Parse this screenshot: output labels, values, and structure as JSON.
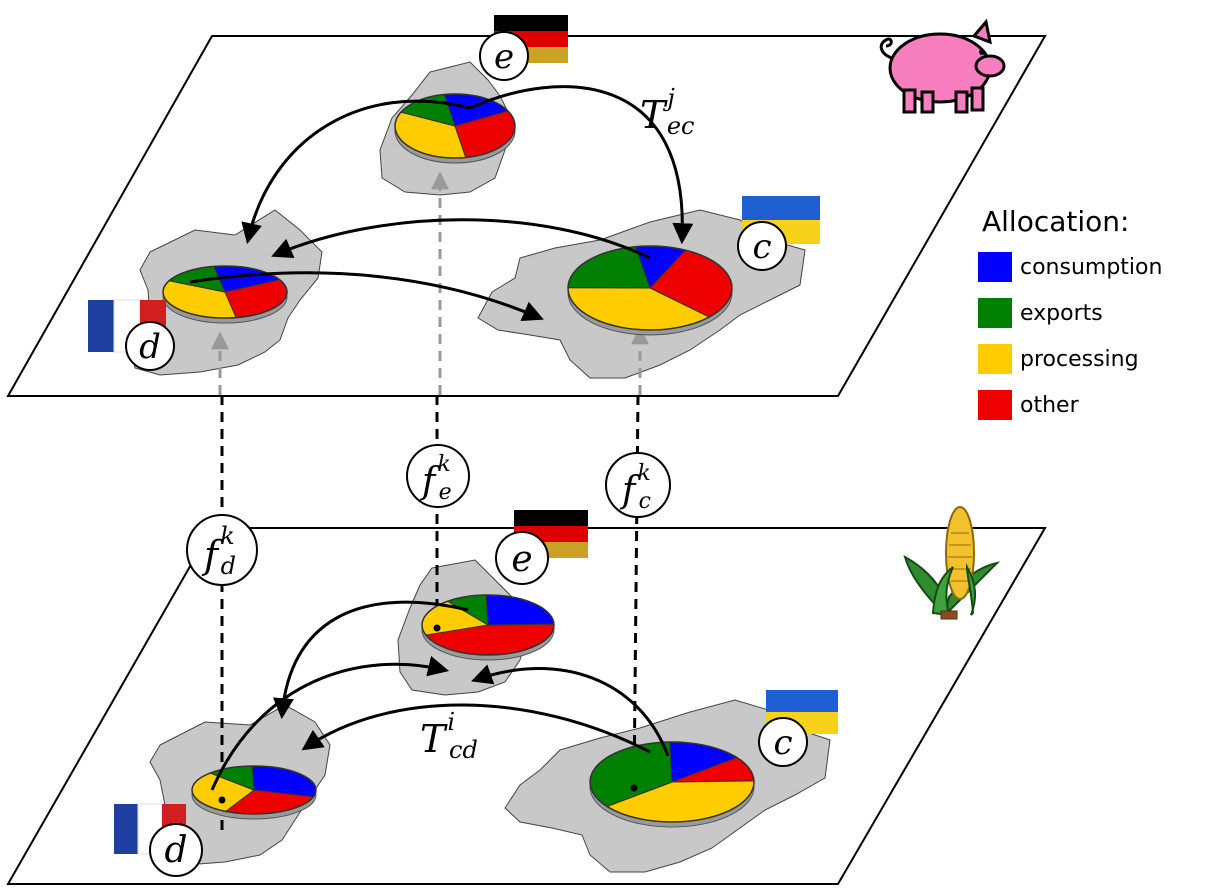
{
  "layers": [
    {
      "id": "top",
      "commodity_icon": "pig-icon",
      "nodes": [
        {
          "id": "e",
          "label": "e",
          "flag_colors": [
            "#000000",
            "#DD0000",
            "#C9A227"
          ],
          "allocation": {
            "consumption": 0.2,
            "exports": 0.15,
            "processing": 0.35,
            "other": 0.3
          }
        },
        {
          "id": "c",
          "label": "c",
          "flag_colors": [
            "#1F5FD1",
            "#F7D21B"
          ],
          "allocation": {
            "consumption": 0.1,
            "exports": 0.22,
            "processing": 0.38,
            "other": 0.3
          }
        },
        {
          "id": "d",
          "label": "d",
          "flag_colors": [
            "#1E3FA0",
            "#FFFFFF",
            "#D11F1F"
          ],
          "allocation": {
            "consumption": 0.2,
            "exports": 0.15,
            "processing": 0.35,
            "other": 0.3
          }
        }
      ],
      "flow_label": {
        "base": "T",
        "sup": "j",
        "sub": "ec"
      }
    },
    {
      "id": "bottom",
      "commodity_icon": "corn-icon",
      "nodes": [
        {
          "id": "e",
          "label": "e",
          "flag_colors": [
            "#000000",
            "#DD0000",
            "#C9A227"
          ],
          "allocation": {
            "consumption": 0.25,
            "exports": 0.1,
            "processing": 0.2,
            "other": 0.45
          }
        },
        {
          "id": "c",
          "label": "c",
          "flag_colors": [
            "#1F5FD1",
            "#F7D21B"
          ],
          "allocation": {
            "consumption": 0.15,
            "exports": 0.35,
            "processing": 0.4,
            "other": 0.1
          }
        },
        {
          "id": "d",
          "label": "d",
          "flag_colors": [
            "#1E3FA0",
            "#FFFFFF",
            "#D11F1F"
          ],
          "allocation": {
            "consumption": 0.3,
            "exports": 0.12,
            "processing": 0.3,
            "other": 0.28
          }
        }
      ],
      "flow_label": {
        "base": "T",
        "sup": "i",
        "sub": "cd"
      }
    }
  ],
  "conversion_labels": [
    {
      "id": "d",
      "base": "f",
      "sup": "k",
      "sub": "d"
    },
    {
      "id": "e",
      "base": "f",
      "sup": "k",
      "sub": "e"
    },
    {
      "id": "c",
      "base": "f",
      "sup": "k",
      "sub": "c"
    }
  ],
  "legend": {
    "title": "Allocation:",
    "items": [
      {
        "label": "consumption",
        "color": "#0000FF"
      },
      {
        "label": "exports",
        "color": "#008000"
      },
      {
        "label": "processing",
        "color": "#FFCC00"
      },
      {
        "label": "other",
        "color": "#EE0000"
      }
    ]
  },
  "colors": {
    "plane_stroke": "#000000",
    "country_fill": "#C8C8C8",
    "arrow": "#000000",
    "dashed_link": "#000000",
    "dashed_link_gray": "#999999",
    "pig": "#F77FC0",
    "corn_kernel": "#F2C12E",
    "corn_leaf": "#2E8B2E"
  }
}
